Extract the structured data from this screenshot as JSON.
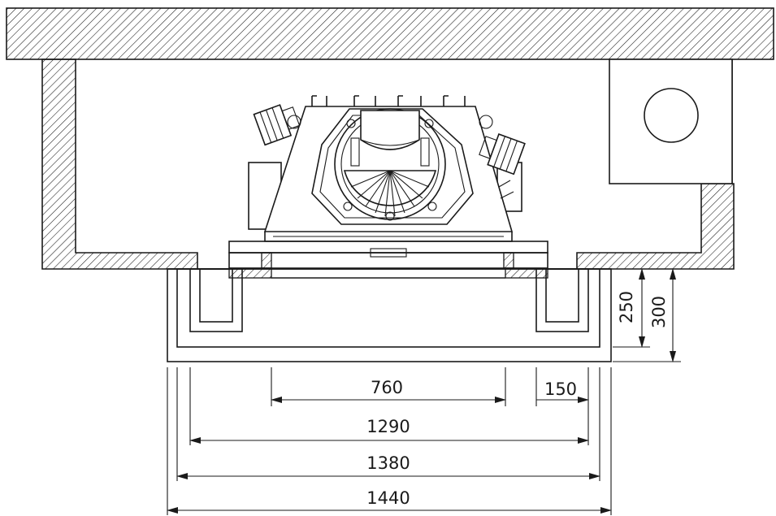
{
  "drawing": {
    "type": "cross-section elevation with dimension lines",
    "colors": {
      "line": "#1a1a1a",
      "background": "#ffffff"
    },
    "dimensions": {
      "d760": "760",
      "d150": "150",
      "d1290": "1290",
      "d1380": "1380",
      "d1440": "1440",
      "d250": "250",
      "d300": "300"
    }
  }
}
